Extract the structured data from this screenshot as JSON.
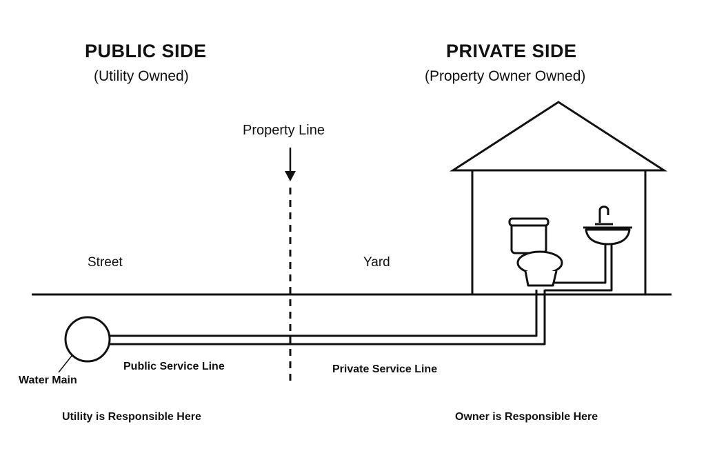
{
  "public": {
    "title": "PUBLIC SIDE",
    "subtitle": "(Utility Owned)"
  },
  "private": {
    "title": "PRIVATE SIDE",
    "subtitle": "(Property Owner Owned)"
  },
  "labels": {
    "property_line": "Property Line",
    "street": "Street",
    "yard": "Yard",
    "water_main": "Water Main",
    "public_service_line": "Public Service Line",
    "private_service_line": "Private Service Line",
    "utility_responsible": "Utility is Responsible Here",
    "owner_responsible": "Owner is Responsible Here"
  }
}
